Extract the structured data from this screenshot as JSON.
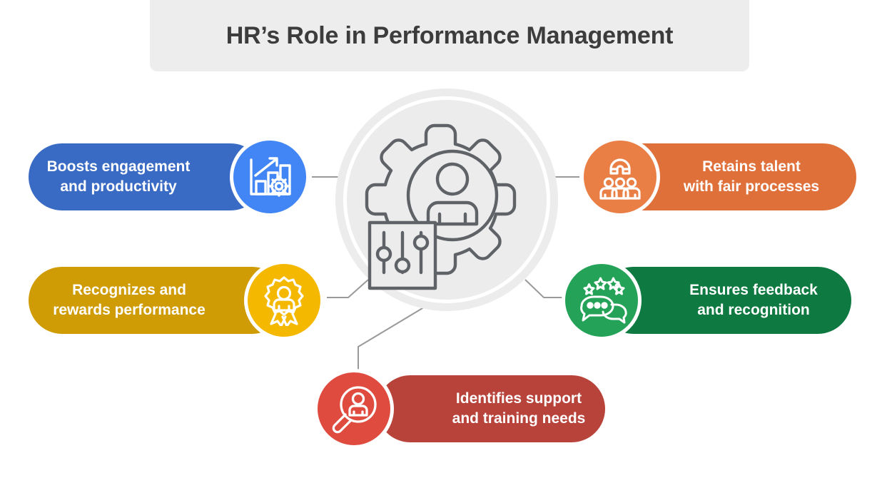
{
  "title": "HR’s Role in Performance Management",
  "colors": {
    "title_band_bg": "#ededed",
    "title_text": "#3c3c3c",
    "hub_ring": "#ececec",
    "hub_line": "#5f6368",
    "connector": "#9a9a9a",
    "blue_pill": "#3a6bc4",
    "blue_badge": "#4285f4",
    "amber_pill": "#d09c06",
    "amber_badge": "#f5b800",
    "orange_pill": "#e0703a",
    "orange_badge": "#ea7f46",
    "green_pill": "#0e7a41",
    "green_badge": "#24a257",
    "red_pill": "#b8433a",
    "red_badge": "#df4b3f"
  },
  "center": {
    "icon_name": "gear-person-settings-icon",
    "label": ""
  },
  "items": [
    {
      "id": "engagement",
      "label": "Boosts engagement\nand productivity",
      "side": "left",
      "pill_color": "#3a6bc4",
      "badge_color": "#4285f4",
      "icon_name": "bar-chart-growth-gear-icon"
    },
    {
      "id": "recognition",
      "label": "Recognizes and\nrewards performance",
      "side": "left",
      "pill_color": "#d09c06",
      "badge_color": "#f5b800",
      "icon_name": "award-ribbon-person-icon"
    },
    {
      "id": "retention",
      "label": "Retains talent\nwith fair processes",
      "side": "right",
      "pill_color": "#e0703a",
      "badge_color": "#ea7f46",
      "icon_name": "magnet-people-icon"
    },
    {
      "id": "feedback",
      "label": "Ensures feedback\nand recognition",
      "side": "right",
      "pill_color": "#0e7a41",
      "badge_color": "#24a257",
      "icon_name": "chat-bubbles-stars-icon"
    },
    {
      "id": "training",
      "label": "Identifies support\nand training needs",
      "side": "bottom",
      "pill_color": "#b8433a",
      "badge_color": "#df4b3f",
      "icon_name": "magnifier-person-icon"
    }
  ]
}
